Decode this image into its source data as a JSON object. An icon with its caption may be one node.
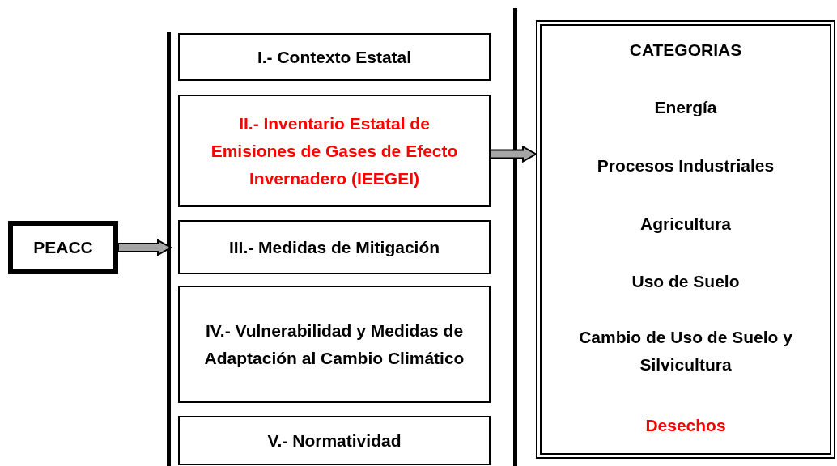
{
  "diagram": {
    "nodes": [
      {
        "text": [
          "PEACC"
        ]
      },
      {
        "text": [
          "I.- Contexto Estatal"
        ]
      },
      {
        "text": [
          "II.- Inventario Estatal de Emisiones de Gases de Efecto Invernadero (IEEGEI)"
        ]
      },
      {
        "text": [
          "III.- Medidas de Mitigación"
        ]
      },
      {
        "text": [
          "IV.- Vulnerabilidad y Medidas de Adaptación al Cambio Climático"
        ]
      },
      {
        "text": [
          "V.- Normatividad"
        ]
      },
      {
        "text": [
          "CATEGORIAS",
          "Energía",
          "Procesos Industriales",
          "Agricultura",
          "Uso de Suelo",
          "Cambio de Uso de Suelo y Silvicultura",
          "Desechos"
        ]
      }
    ],
    "edges": [
      {
        "from": 0,
        "to": 3,
        "arrow": "to"
      },
      {
        "from": 2,
        "to": 6,
        "arrow": "to"
      }
    ]
  }
}
